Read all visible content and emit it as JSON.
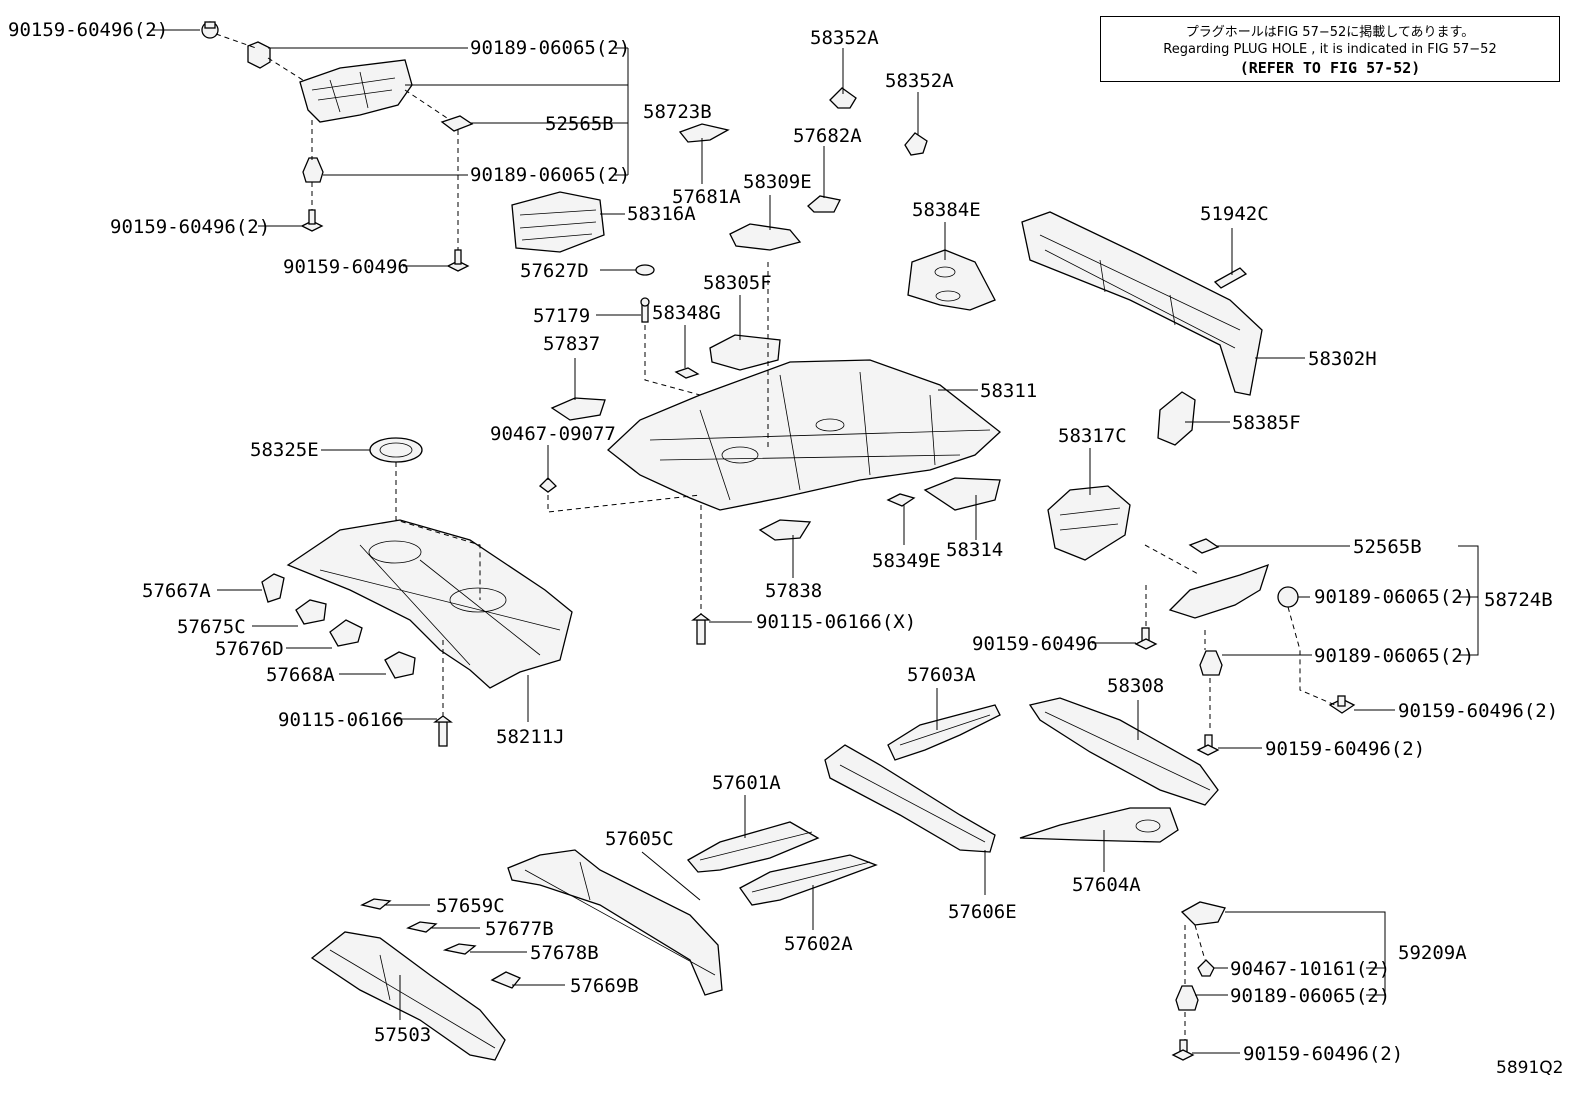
{
  "note": {
    "line_jp": "プラグホールはFIG 57−52に掲載してあります。",
    "line_en": "Regarding  PLUG  HOLE , it is indicated in  FIG  57−52",
    "line_ref": "(REFER TO FIG 57-52)"
  },
  "figure_code": "5891Q2",
  "callouts": [
    {
      "id": "c01",
      "text": "90159-60496(2)"
    },
    {
      "id": "c02",
      "text": "90189-06065(2)"
    },
    {
      "id": "c03",
      "text": "52565B"
    },
    {
      "id": "c04",
      "text": "58723B"
    },
    {
      "id": "c05",
      "text": "90189-06065(2)"
    },
    {
      "id": "c06",
      "text": "90159-60496(2)"
    },
    {
      "id": "c07",
      "text": "90159-60496"
    },
    {
      "id": "c08",
      "text": "58352A"
    },
    {
      "id": "c09",
      "text": "58352A"
    },
    {
      "id": "c10",
      "text": "57682A"
    },
    {
      "id": "c11",
      "text": "57681A"
    },
    {
      "id": "c12",
      "text": "58309E"
    },
    {
      "id": "c13",
      "text": "58316A"
    },
    {
      "id": "c14",
      "text": "57627D"
    },
    {
      "id": "c15",
      "text": "58305F"
    },
    {
      "id": "c16",
      "text": "57179"
    },
    {
      "id": "c17",
      "text": "58348G"
    },
    {
      "id": "c18",
      "text": "57837"
    },
    {
      "id": "c19",
      "text": "58311"
    },
    {
      "id": "c20",
      "text": "58384E"
    },
    {
      "id": "c21",
      "text": "51942C"
    },
    {
      "id": "c22",
      "text": "58302H"
    },
    {
      "id": "c23",
      "text": "58385F"
    },
    {
      "id": "c24",
      "text": "90467-09077"
    },
    {
      "id": "c25",
      "text": "58325E"
    },
    {
      "id": "c26",
      "text": "58317C"
    },
    {
      "id": "c27",
      "text": "58349E"
    },
    {
      "id": "c28",
      "text": "58314"
    },
    {
      "id": "c29",
      "text": "57838"
    },
    {
      "id": "c30",
      "text": "52565B"
    },
    {
      "id": "c31",
      "text": "58724B"
    },
    {
      "id": "c32",
      "text": "90189-06065(2)"
    },
    {
      "id": "c33",
      "text": "90189-06065(2)"
    },
    {
      "id": "c34",
      "text": "90159-60496"
    },
    {
      "id": "c35",
      "text": "90159-60496(2)"
    },
    {
      "id": "c36",
      "text": "90159-60496(2)"
    },
    {
      "id": "c37",
      "text": "57667A"
    },
    {
      "id": "c38",
      "text": "57675C"
    },
    {
      "id": "c39",
      "text": "57676D"
    },
    {
      "id": "c40",
      "text": "57668A"
    },
    {
      "id": "c41",
      "text": "90115-06166(X)"
    },
    {
      "id": "c42",
      "text": "90115-06166"
    },
    {
      "id": "c43",
      "text": "58211J"
    },
    {
      "id": "c44",
      "text": "57603A"
    },
    {
      "id": "c45",
      "text": "58308"
    },
    {
      "id": "c46",
      "text": "57601A"
    },
    {
      "id": "c47",
      "text": "57605C"
    },
    {
      "id": "c48",
      "text": "57606E"
    },
    {
      "id": "c49",
      "text": "57604A"
    },
    {
      "id": "c50",
      "text": "57602A"
    },
    {
      "id": "c51",
      "text": "57659C"
    },
    {
      "id": "c52",
      "text": "57677B"
    },
    {
      "id": "c53",
      "text": "57678B"
    },
    {
      "id": "c54",
      "text": "57669B"
    },
    {
      "id": "c55",
      "text": "57503"
    },
    {
      "id": "c56",
      "text": "59209A"
    },
    {
      "id": "c57",
      "text": "90467-10161(2)"
    },
    {
      "id": "c58",
      "text": "90189-06065(2)"
    },
    {
      "id": "c59",
      "text": "90159-60496(2)"
    }
  ]
}
